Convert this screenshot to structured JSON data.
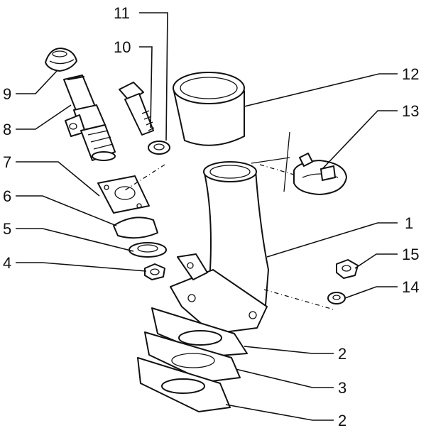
{
  "diagram": {
    "callouts": [
      {
        "id": "c11",
        "text": "11"
      },
      {
        "id": "c10",
        "text": "10"
      },
      {
        "id": "c9",
        "text": "9"
      },
      {
        "id": "c8",
        "text": "8"
      },
      {
        "id": "c7",
        "text": "7"
      },
      {
        "id": "c6",
        "text": "6"
      },
      {
        "id": "c5",
        "text": "5"
      },
      {
        "id": "c4",
        "text": "4"
      },
      {
        "id": "c12",
        "text": "12"
      },
      {
        "id": "c13",
        "text": "13"
      },
      {
        "id": "c1",
        "text": "1"
      },
      {
        "id": "c15",
        "text": "15"
      },
      {
        "id": "c14",
        "text": "14"
      },
      {
        "id": "c2a",
        "text": "2"
      },
      {
        "id": "c3",
        "text": "3"
      },
      {
        "id": "c2b",
        "text": "2"
      }
    ]
  }
}
